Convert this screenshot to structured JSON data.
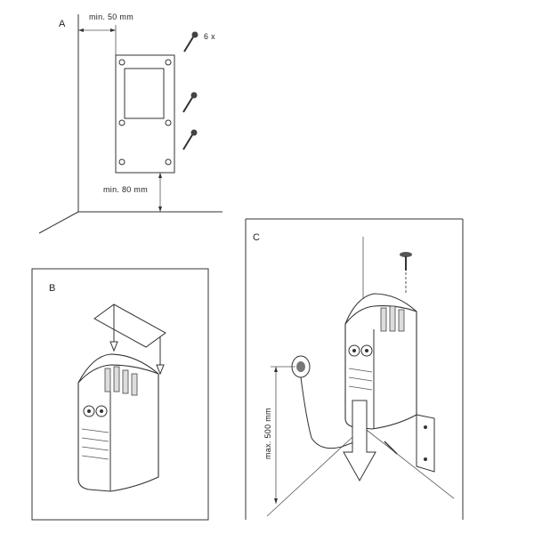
{
  "panels": {
    "a": {
      "letter": "A",
      "dim_top": "min. 50 mm",
      "screw_count": "6 x",
      "dim_bottom": "min. 80 mm"
    },
    "b": {
      "letter": "B"
    },
    "c": {
      "letter": "C",
      "dim_vertical": "max. 500 mm"
    }
  }
}
